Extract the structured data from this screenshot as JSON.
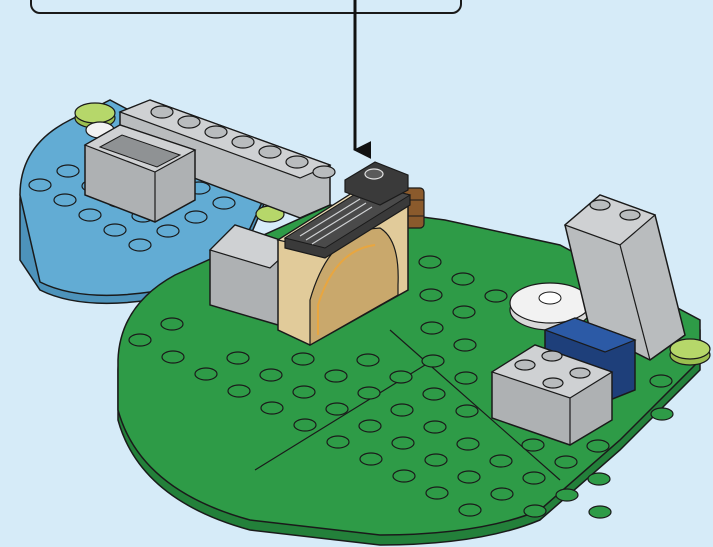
{
  "illustration": {
    "type": "building-instruction-step",
    "callout": {
      "shape": "rounded-rectangle",
      "color": "#d6ebf8"
    },
    "arrow": {
      "direction": "down",
      "color": "#111111"
    },
    "colors": {
      "background": "#d6ebf8",
      "green_plate": "#2e9b47",
      "blue_plate": "#62acd4",
      "light_gray": "#b9bcbe",
      "tan": "#e1cb9a",
      "dark_gray": "#3a3a3a",
      "dark_blue": "#1e3f7a",
      "lime": "#b6d76a",
      "white": "#f2f2f2",
      "brown": "#8a5a2c"
    },
    "parts": [
      "green-base-plate",
      "blue-base-plate",
      "gray-container",
      "gray-wall",
      "tan-arch",
      "dark-gray-tile",
      "gray-slope",
      "gray-brick",
      "dark-blue-plate",
      "white-round-plate",
      "lime-round-plates",
      "brown-barrel"
    ]
  }
}
